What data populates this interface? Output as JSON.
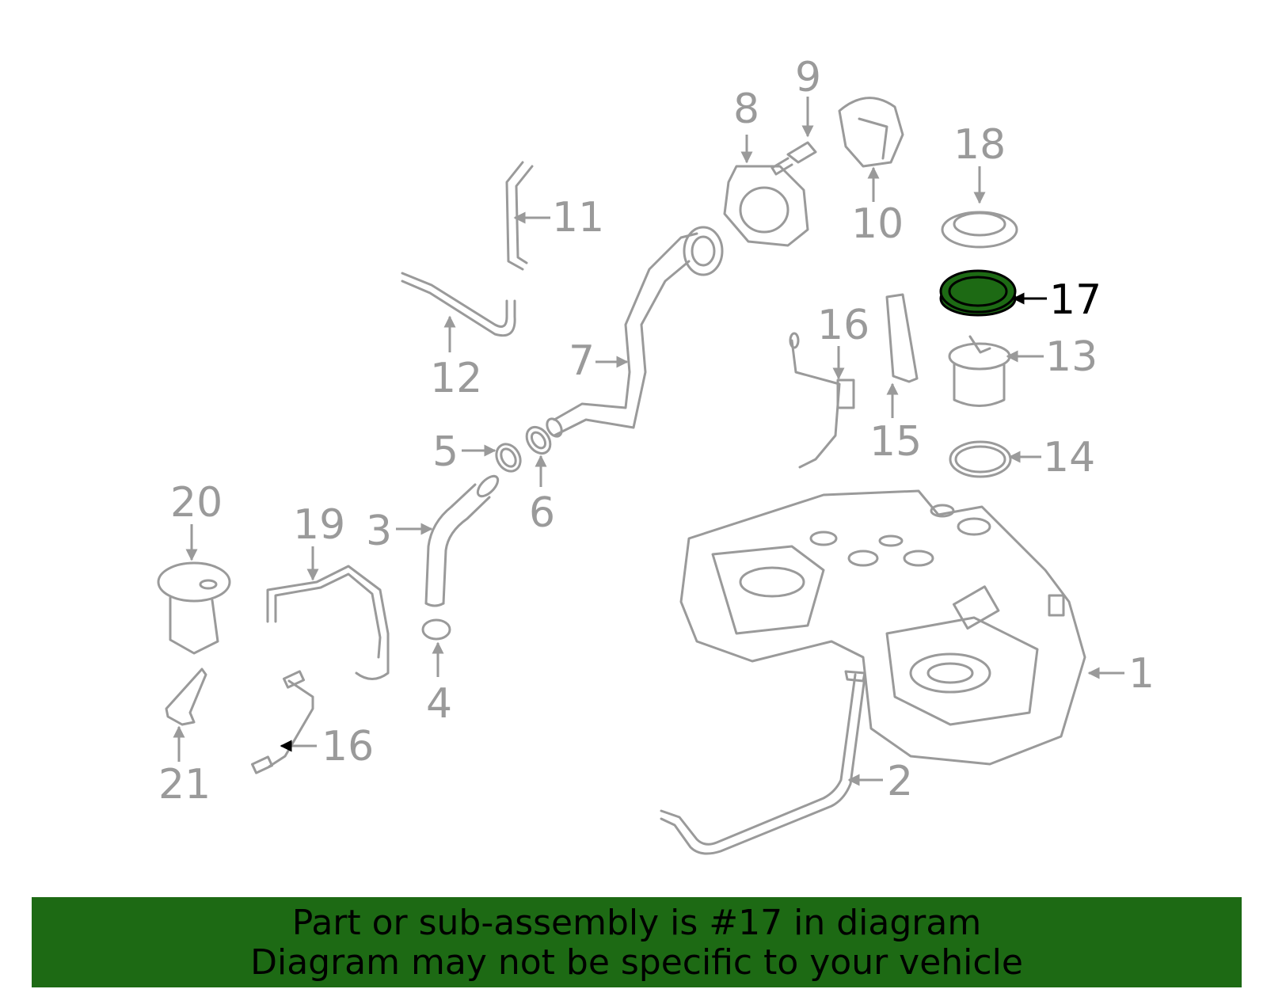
{
  "highlight_color": "#1d6a14",
  "callout_color": "#9a9a9a",
  "highlighted_part": "17",
  "callouts": {
    "c1": "1",
    "c2": "2",
    "c3": "3",
    "c4": "4",
    "c5": "5",
    "c6": "6",
    "c7": "7",
    "c8": "8",
    "c9": "9",
    "c10": "10",
    "c11": "11",
    "c12": "12",
    "c13": "13",
    "c14": "14",
    "c15": "15",
    "c16a": "16",
    "c16b": "16",
    "c17": "17",
    "c18": "18",
    "c19": "19",
    "c20": "20",
    "c21": "21"
  },
  "banner": {
    "line1": "Part or sub-assembly is #17 in diagram",
    "line2": "Diagram may not be specific to your vehicle"
  }
}
